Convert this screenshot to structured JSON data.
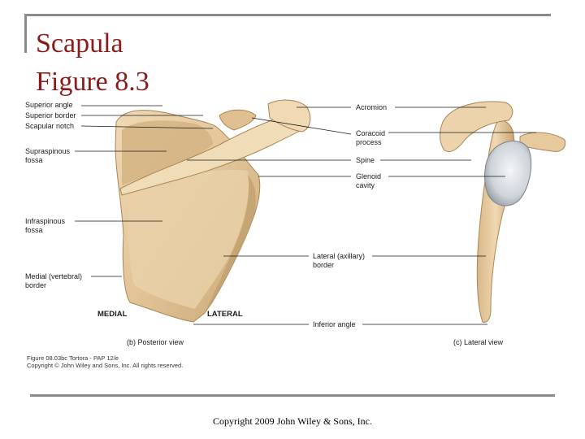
{
  "slide": {
    "title_line1": "Scapula",
    "title_line2": "Figure 8.3",
    "footer": "Copyright 2009 John Wiley & Sons, Inc."
  },
  "figure": {
    "left_labels": {
      "superior_angle": "Superior angle",
      "superior_border": "Superior border",
      "scapular_notch": "Scapular notch",
      "supraspinous_1": "Supraspinous",
      "supraspinous_2": "fossa",
      "infraspinous_1": "Infraspinous",
      "infraspinous_2": "fossa",
      "medial_border_1": "Medial (vertebral)",
      "medial_border_2": "border"
    },
    "right_labels": {
      "acromion": "Acromion",
      "coracoid_1": "Coracoid",
      "coracoid_2": "process",
      "spine": "Spine",
      "glenoid_1": "Glenoid",
      "glenoid_2": "cavity",
      "lateral_border_1": "Lateral (axillary)",
      "lateral_border_2": "border",
      "inferior_angle": "Inferior angle"
    },
    "orientation": {
      "medial": "MEDIAL",
      "lateral": "LATERAL"
    },
    "views": {
      "posterior": "(b) Posterior view",
      "lateral": "(c) Lateral view"
    },
    "credit_line1": "Figure 08.03bc  Tortora - PAP 12/e",
    "credit_line2": "Copyright © John Wiley and Sons, Inc. All rights reserved.",
    "colors": {
      "bone": "#e6c9a0",
      "bone_shadow": "#c9a778",
      "bone_dark": "#a88656",
      "glenoid": "#d9dde2",
      "title": "#8b1a1a",
      "frame": "#8a8a8a"
    }
  }
}
